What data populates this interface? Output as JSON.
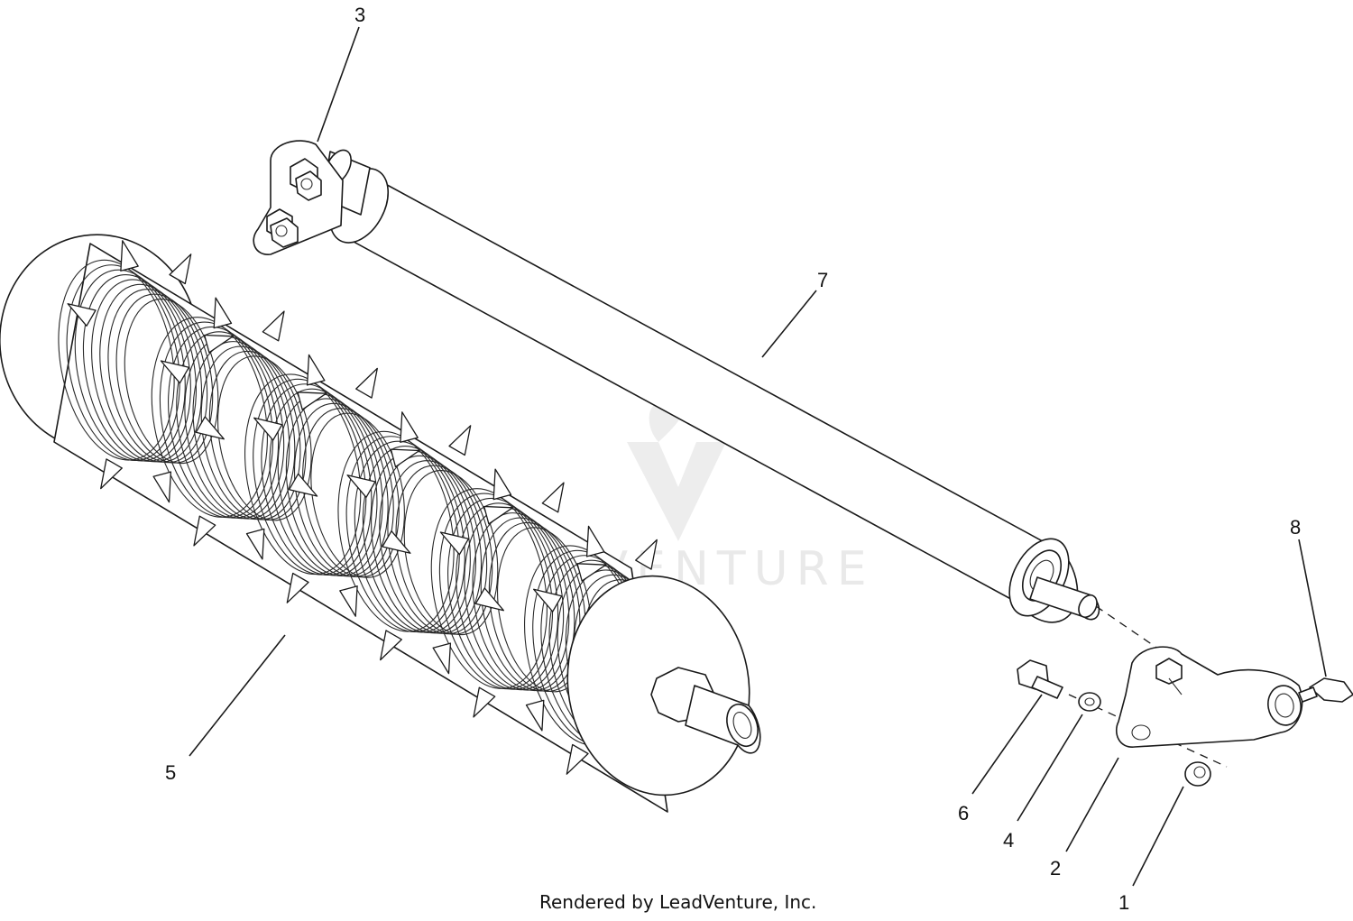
{
  "diagram": {
    "callouts": [
      {
        "id": "1",
        "label": "1"
      },
      {
        "id": "2",
        "label": "2"
      },
      {
        "id": "3",
        "label": "3"
      },
      {
        "id": "4",
        "label": "4"
      },
      {
        "id": "5",
        "label": "5"
      },
      {
        "id": "6",
        "label": "6"
      },
      {
        "id": "7",
        "label": "7"
      },
      {
        "id": "8",
        "label": "8"
      }
    ],
    "footer": "Rendered by LeadVenture, Inc.",
    "watermark": "LEADVENTURE",
    "colors": {
      "line": "#1a1a1a",
      "background": "#ffffff",
      "watermark": "#d8d8d8"
    }
  }
}
